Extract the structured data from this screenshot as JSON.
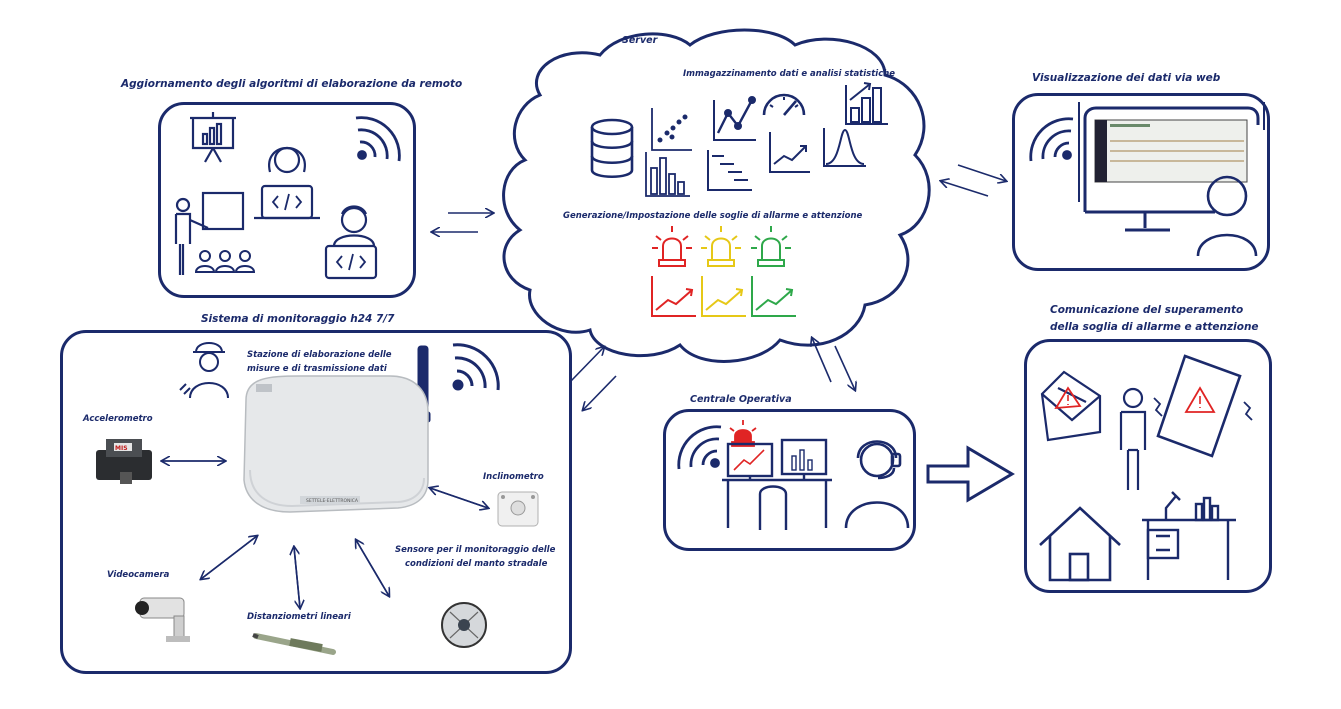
{
  "labels": {
    "server": "Server",
    "storage": "Immagazzinamento dati e analisi statistiche",
    "thresholds": "Generazione/Impostazione delle soglie di allarme e attenzione",
    "update": "Aggiornamento degli algoritmi di elaborazione da remoto",
    "web": "Visualizzazione dei dati via web",
    "monitoring": "Sistema di monitoraggio h24 7/7",
    "station_line1": "Stazione di elaborazione delle",
    "station_line2": "misure e di trasmissione dati",
    "accelerometer": "Accelerometro",
    "inclinometer": "Inclinometro",
    "videocamera": "Videocamera",
    "distanziometri": "Distanziometri lineari",
    "road_sensor_line1": "Sensore per il monitoraggio delle",
    "road_sensor_line2": "condizioni del manto stradale",
    "operations": "Centrale Operativa",
    "communication_line1": "Comunicazione del superamento",
    "communication_line2": "della soglia di allarme e attenzione",
    "station_brand": "SETTELE·ELETTRONICA",
    "accel_brand": "MIS"
  },
  "colors": {
    "navy": "#1b2a6b",
    "alarm_red": "#e02424",
    "alarm_yellow": "#e6c817",
    "alarm_green": "#2ea84a"
  }
}
